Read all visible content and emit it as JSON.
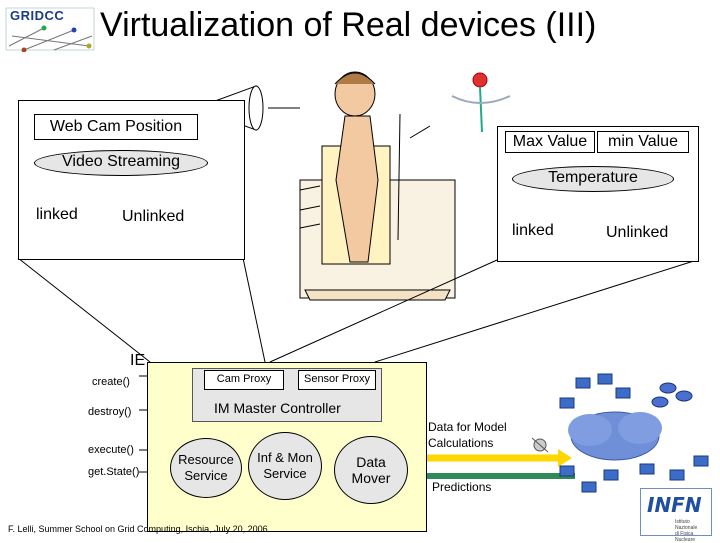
{
  "logo": {
    "text": "GRIDCC"
  },
  "title": "Virtualization of Real devices (III)",
  "webcam": {
    "position_label": "Web Cam Position",
    "video_streaming_label": "Video Streaming",
    "linked_label": "linked",
    "unlinked_label": "Unlinked"
  },
  "sensor": {
    "max_value_label": "Max Value",
    "min_value_label": "min Value",
    "temperature_label": "Temperature",
    "linked_label": "linked",
    "unlinked_label": "Unlinked"
  },
  "ie": {
    "label": "IE",
    "methods": [
      "create()",
      "destroy()",
      "execute()",
      "get.State()"
    ],
    "cam_proxy": "Cam Proxy",
    "sensor_proxy": "Sensor Proxy",
    "im_master_controller": "IM Master Controller",
    "resource_service": [
      "Resource",
      "Service"
    ],
    "inf_mon_service": [
      "Inf & Mon",
      "Service"
    ],
    "data_mover": [
      "Data",
      "Mover"
    ]
  },
  "flows": {
    "data_for_model": [
      "Data for Model",
      "Calculations"
    ],
    "predictions": "Predictions"
  },
  "footer": "F. Lelli, Summer School on Grid Computing, Ischia, July 20, 2006",
  "infn": {
    "text": "INFN",
    "sub": [
      "Istituto Nazionale",
      "di Fisica Nucleare"
    ]
  },
  "colors": {
    "ie_fill": "#ffffcc",
    "oval_fill": "#e6e6e6",
    "data_arrow": "#ffd700",
    "predictions_arrow": "#2e8b57",
    "cloud": "#6f8fd8"
  }
}
